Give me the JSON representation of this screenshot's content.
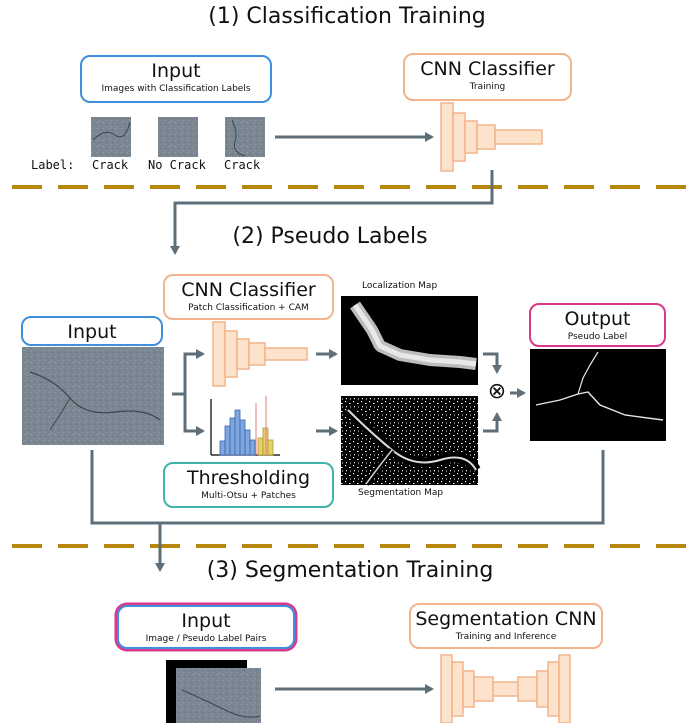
{
  "sections": {
    "s1_title": "(1) Classification Training",
    "s2_title": "(2) Pseudo Labels",
    "s3_title": "(3) Segmentation Training"
  },
  "s1": {
    "input_title": "Input",
    "input_sub": "Images with Classification Labels",
    "label_prefix": "Label:",
    "labels": [
      "Crack",
      "No Crack",
      "Crack"
    ],
    "cnn_title": "CNN Classifier",
    "cnn_sub": "Training"
  },
  "s2": {
    "input_title": "Input",
    "cnn_title": "CNN Classifier",
    "cnn_sub": "Patch Classification + CAM",
    "thresh_title": "Thresholding",
    "thresh_sub": "Multi-Otsu + Patches",
    "loc_caption": "Localization Map",
    "seg_caption": "Segmentation Map",
    "output_title": "Output",
    "output_sub": "Pseudo Label",
    "combine_symbol": "⊗"
  },
  "s3": {
    "input_title": "Input",
    "input_sub": "Image / Pseudo Label Pairs",
    "cnn_title": "Segmentation CNN",
    "cnn_sub": "Training and Inference"
  },
  "colors": {
    "blue": "#3f8fdc",
    "orange": "#f2b48c",
    "magenta": "#d8398a",
    "teal": "#3fb4a8",
    "divider": "#b8860b",
    "arrow": "#5f6f7a",
    "network_fill": "#fde2cc"
  }
}
